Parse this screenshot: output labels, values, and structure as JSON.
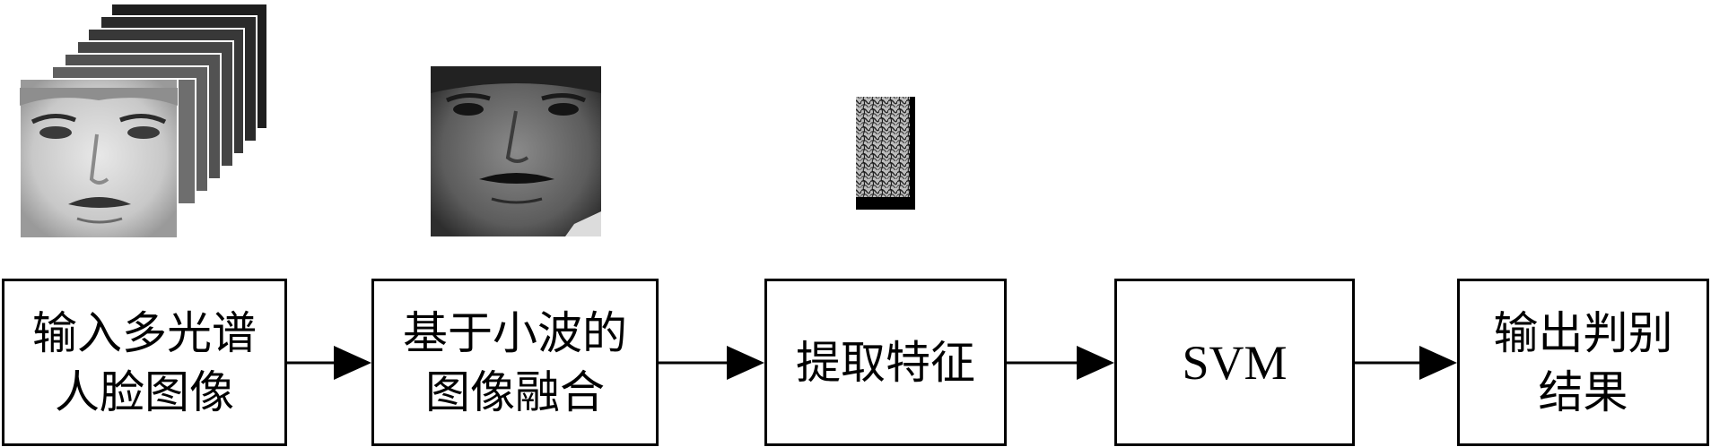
{
  "steps": [
    {
      "lines": [
        "输入多光谱",
        "人脸图像"
      ]
    },
    {
      "lines": [
        "基于小波的",
        "图像融合"
      ]
    },
    {
      "lines": [
        "提取特征"
      ]
    },
    {
      "lines": [
        "SVM"
      ]
    },
    {
      "lines": [
        "输出判别",
        "结果"
      ]
    }
  ],
  "colors": {
    "stroke": "#000000",
    "background": "#ffffff"
  },
  "images": [
    "multispectral-face-stack",
    "fused-face-image",
    "extracted-feature-texture"
  ]
}
